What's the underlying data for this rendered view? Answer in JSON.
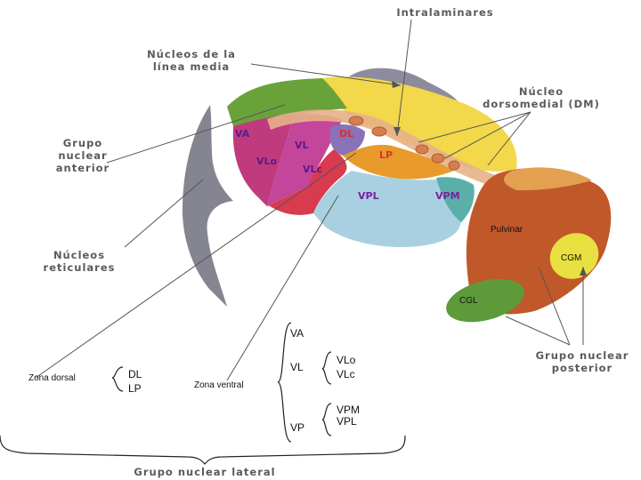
{
  "labels": {
    "intralaminares": "Intralaminares",
    "linea_media_1": "Núcleos de la",
    "linea_media_2": "línea media",
    "dm_1": "Núcleo",
    "dm_2": "dorsomedial (DM)",
    "anterior_1": "Grupo",
    "anterior_2": "nuclear",
    "anterior_3": "anterior",
    "reticulares_1": "Núcleos",
    "reticulares_2": "reticulares",
    "posterior_1": "Grupo nuclear",
    "posterior_2": "posterior",
    "lateral": "Grupo nuclear lateral"
  },
  "regions": {
    "va": "VA",
    "vlo": "VLo",
    "vl": "VL",
    "vlc": "VLc",
    "dl": "DL",
    "lp": "LP",
    "vpl": "VPL",
    "vpm": "VPM",
    "pulvinar": "Pulvinar",
    "cgm": "CGM",
    "cgl": "CGL"
  },
  "tree": {
    "zona_dorsal": "Zona dorsal",
    "dl": "DL",
    "lp": "LP",
    "zona_ventral": "Zona ventral",
    "va": "VA",
    "vl": "VL",
    "vlo": "VLo",
    "vlc": "VLc",
    "vp": "VP",
    "vpm": "VPM",
    "vpl": "VPL"
  },
  "colors": {
    "va": "#c03a7e",
    "vl_purple": "#c4469a",
    "vl_red": "#d83a4e",
    "anterior": "#6aa23a",
    "dm": "#f0d848",
    "vpl": "#a9d0e0",
    "vpm": "#5ab0a8",
    "pulvinar": "#c0582a",
    "lp": "#e89a2a",
    "dl": "#8872b8",
    "reticular": "#6e6e80",
    "cgm": "#e8e040",
    "cgl": "#5c9a3a"
  }
}
